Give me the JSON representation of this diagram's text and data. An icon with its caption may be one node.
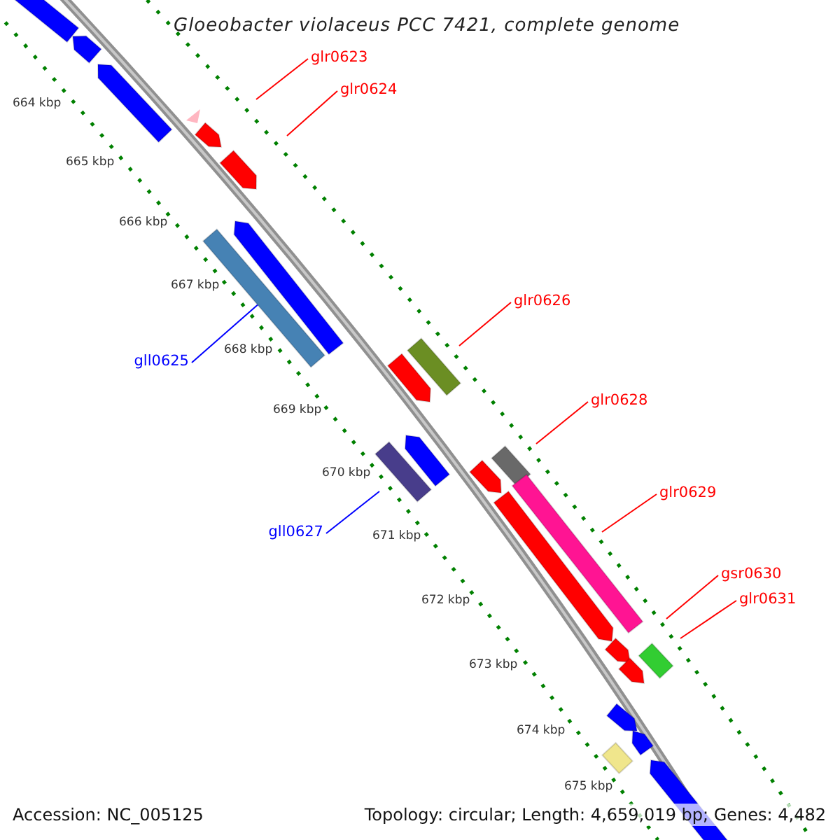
{
  "diagram": {
    "title": "Gloeobacter violaceus PCC 7421, complete genome",
    "nodes": [
      {
        "text": [
          "glr0623"
        ]
      },
      {
        "text": [
          "glr0624"
        ]
      },
      {
        "text": [
          "gll0625"
        ]
      },
      {
        "text": [
          "glr0626"
        ]
      },
      {
        "text": [
          "gll0627"
        ]
      },
      {
        "text": [
          "glr0628"
        ]
      },
      {
        "text": [
          "glr0629"
        ]
      },
      {
        "text": [
          "gsr0630"
        ]
      },
      {
        "text": [
          "glr0631"
        ]
      },
      {
        "text": [],
        "shape": "bar"
      }
    ],
    "edges": [
      {
        "from": 0,
        "to": null,
        "arrow": "none"
      },
      {
        "from": 1,
        "to": null,
        "arrow": "none"
      },
      {
        "from": 2,
        "to": 9,
        "arrow": "none",
        "color": "#0000ff"
      },
      {
        "from": 3,
        "to": null,
        "arrow": "none"
      },
      {
        "from": 4,
        "to": null,
        "arrow": "none",
        "color": "#0000ff"
      },
      {
        "from": 5,
        "to": null,
        "arrow": "none"
      },
      {
        "from": 6,
        "to": null,
        "arrow": "none"
      },
      {
        "from": 7,
        "to": null,
        "arrow": "none"
      },
      {
        "from": 8,
        "to": null,
        "arrow": "none"
      }
    ],
    "labels": [
      "664 kbp",
      "665 kbp",
      "666 kbp",
      "667 kbp",
      "668 kbp",
      "669 kbp",
      "670 kbp",
      "671 kbp",
      "672 kbp",
      "673 kbp",
      "674 kbp",
      "675 kbp",
      "Accession: NC_005125",
      "Topology: circular; Length: 4,659,019 bp; Genes: 4,482"
    ]
  }
}
